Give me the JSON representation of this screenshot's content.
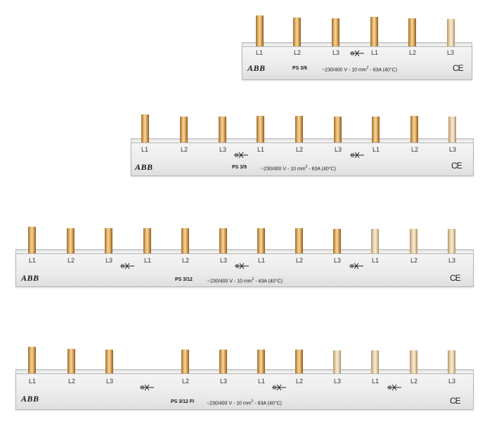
{
  "brand": "ABB",
  "ce_mark": "CE",
  "spec_prefix": "~230/400 V - 10 mm",
  "spec_super": "2",
  "spec_suffix": " - 63A (40°C)",
  "busbars": [
    {
      "model": "PS 3/6",
      "labels": [
        "L1",
        "L2",
        "L3",
        "L1",
        "L2",
        "L3"
      ]
    },
    {
      "model": "PS 3/9",
      "labels": [
        "L1",
        "L2",
        "L3",
        "L1",
        "L2",
        "L3",
        "L1",
        "L2",
        "L3"
      ]
    },
    {
      "model": "PS 3/12",
      "labels": [
        "L1",
        "L2",
        "L3",
        "L1",
        "L2",
        "L3",
        "L1",
        "L2",
        "L3",
        "L1",
        "L2",
        "L3"
      ]
    },
    {
      "model": "PS 3/12 FI",
      "labels": [
        "L1",
        "L2",
        "L3",
        "L2",
        "L3",
        "L1",
        "L2",
        "L3",
        "L1",
        "L2",
        "L3"
      ]
    }
  ],
  "colors": {
    "copper": "#e3b46b",
    "pale_copper": "#ecd8b5",
    "housing": "#eeeeee",
    "text": "#1a1a1a"
  }
}
